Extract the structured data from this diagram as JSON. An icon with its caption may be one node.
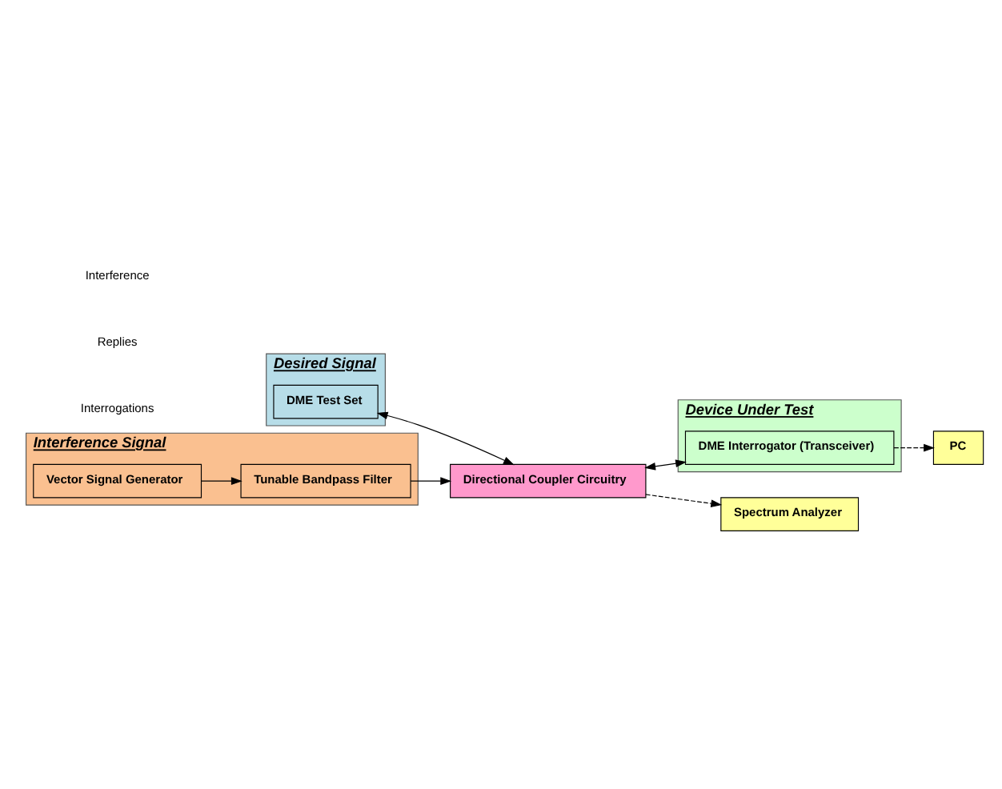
{
  "diagram": {
    "nodes": [
      {
        "text": [
          "Desired Signal"
        ]
      },
      {
        "text": [
          "DME Test Set"
        ],
        "in": 0
      },
      {
        "text": [
          "Directional Coupler Circuitry"
        ]
      },
      {
        "text": [
          "Device Under Test"
        ]
      },
      {
        "text": [
          "DME Interrogator (Transceiver)"
        ],
        "in": 3
      },
      {
        "text": [
          "Interference Signal"
        ]
      },
      {
        "text": [
          "Vector Signal Generator"
        ],
        "in": 5
      },
      {
        "text": [
          "Tunable Bandpass Filter"
        ],
        "in": 5
      },
      {
        "text": [
          "PC"
        ]
      },
      {
        "text": [
          "Spectrum Analyzer"
        ]
      }
    ],
    "edges": [
      {
        "from": 1,
        "to": 2,
        "arrow": "both"
      },
      {
        "from": 2,
        "to": 4,
        "arrow": "both"
      },
      {
        "from": 6,
        "to": 7,
        "arrow": "to"
      },
      {
        "from": 7,
        "to": 2,
        "arrow": "to"
      },
      {
        "from": 4,
        "to": 8,
        "arrow": "to",
        "style": "dashed"
      },
      {
        "from": 2,
        "to": 9,
        "arrow": "to",
        "style": "dashed"
      }
    ],
    "labels": [
      "Interrogations",
      "Replies",
      "Interference"
    ]
  }
}
